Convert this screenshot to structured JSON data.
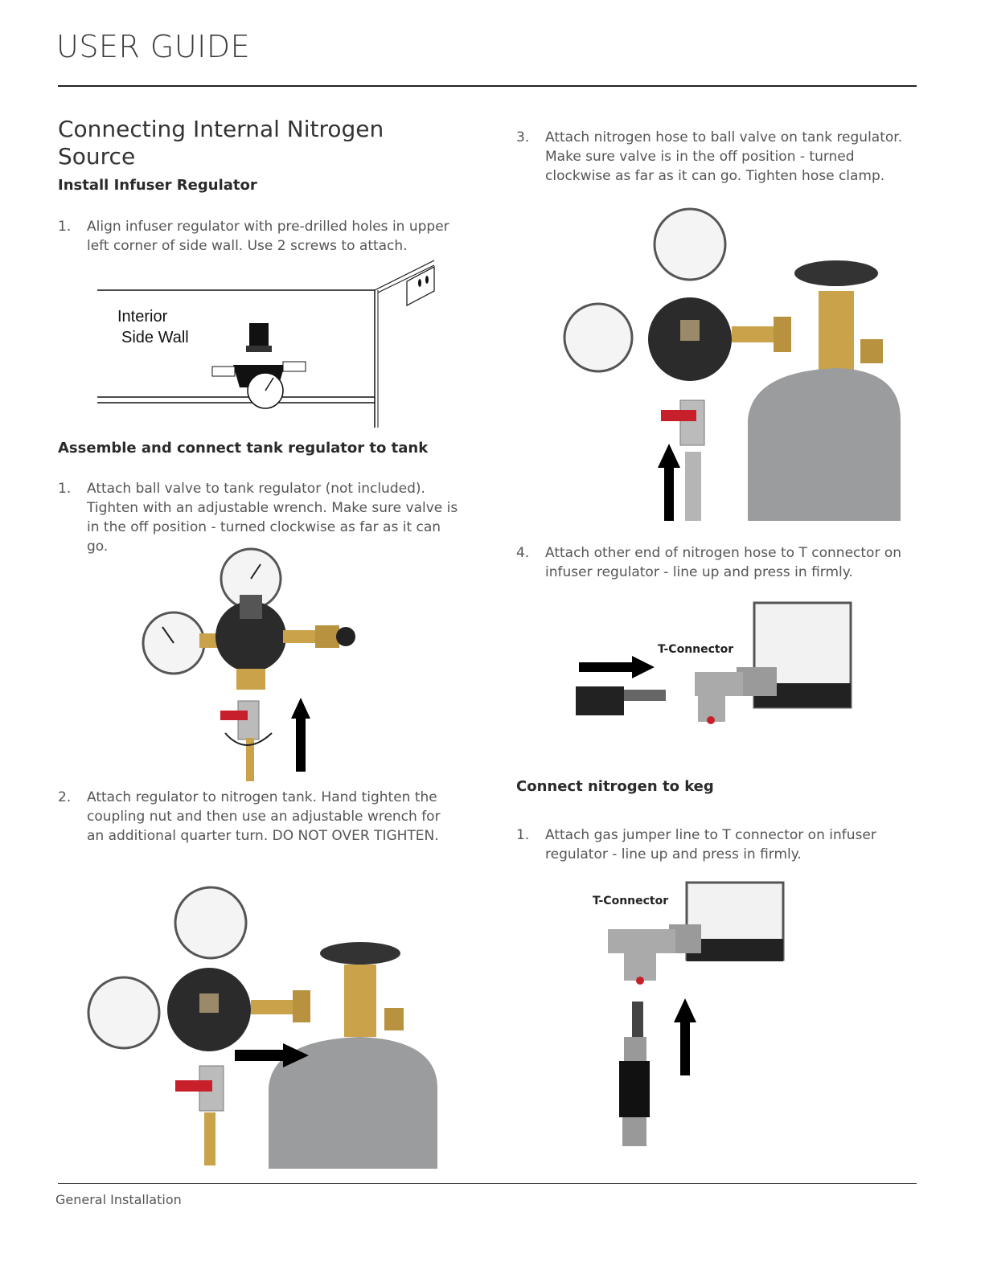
{
  "header": {
    "title": "USER GUIDE"
  },
  "section": {
    "title": "Connecting Internal Nitrogen Source"
  },
  "install": {
    "heading": "Install Infuser Regulator",
    "step1_num": "1.",
    "step1_text": "Align infuser regulator with pre-drilled holes in upper left corner of side wall. Use 2 screws to attach.",
    "figure_label_line1": "Interior",
    "figure_label_line2": "Side Wall"
  },
  "assemble": {
    "heading": "Assemble and connect tank regulator to tank",
    "step1_num": "1.",
    "step1_text": "Attach  ball valve to tank regulator (not included). Tighten with an adjustable wrench. Make sure valve is in the off position - turned clockwise as far as it can go.",
    "step2_num": "2.",
    "step2_text": "Attach regulator to nitrogen tank. Hand tighten the coupling nut and then use an adjustable wrench for an additional quarter turn. DO NOT OVER TIGHTEN.",
    "step3_num": "3.",
    "step3_text": "Attach nitrogen hose to ball valve on tank regulator. Make sure valve is in the off position - turned clockwise as far as it can go. Tighten hose clamp.",
    "step4_num": "4.",
    "step4_text": "Attach other end of nitrogen hose to T connector on infuser regulator - line up and press in firmly.",
    "tconnector_label": "T-Connector"
  },
  "keg": {
    "heading": "Connect nitrogen to keg",
    "step1_num": "1.",
    "step1_text": "Attach gas jumper line to T connector on infuser regulator - line up and press in firmly.",
    "tconnector_label": "T-Connector"
  },
  "footer": {
    "text": "General Installation"
  },
  "colors": {
    "valve_handle": "#c8202a",
    "brass": "#c9a24a",
    "tank": "#9a9c9e",
    "rule": "#222222"
  }
}
